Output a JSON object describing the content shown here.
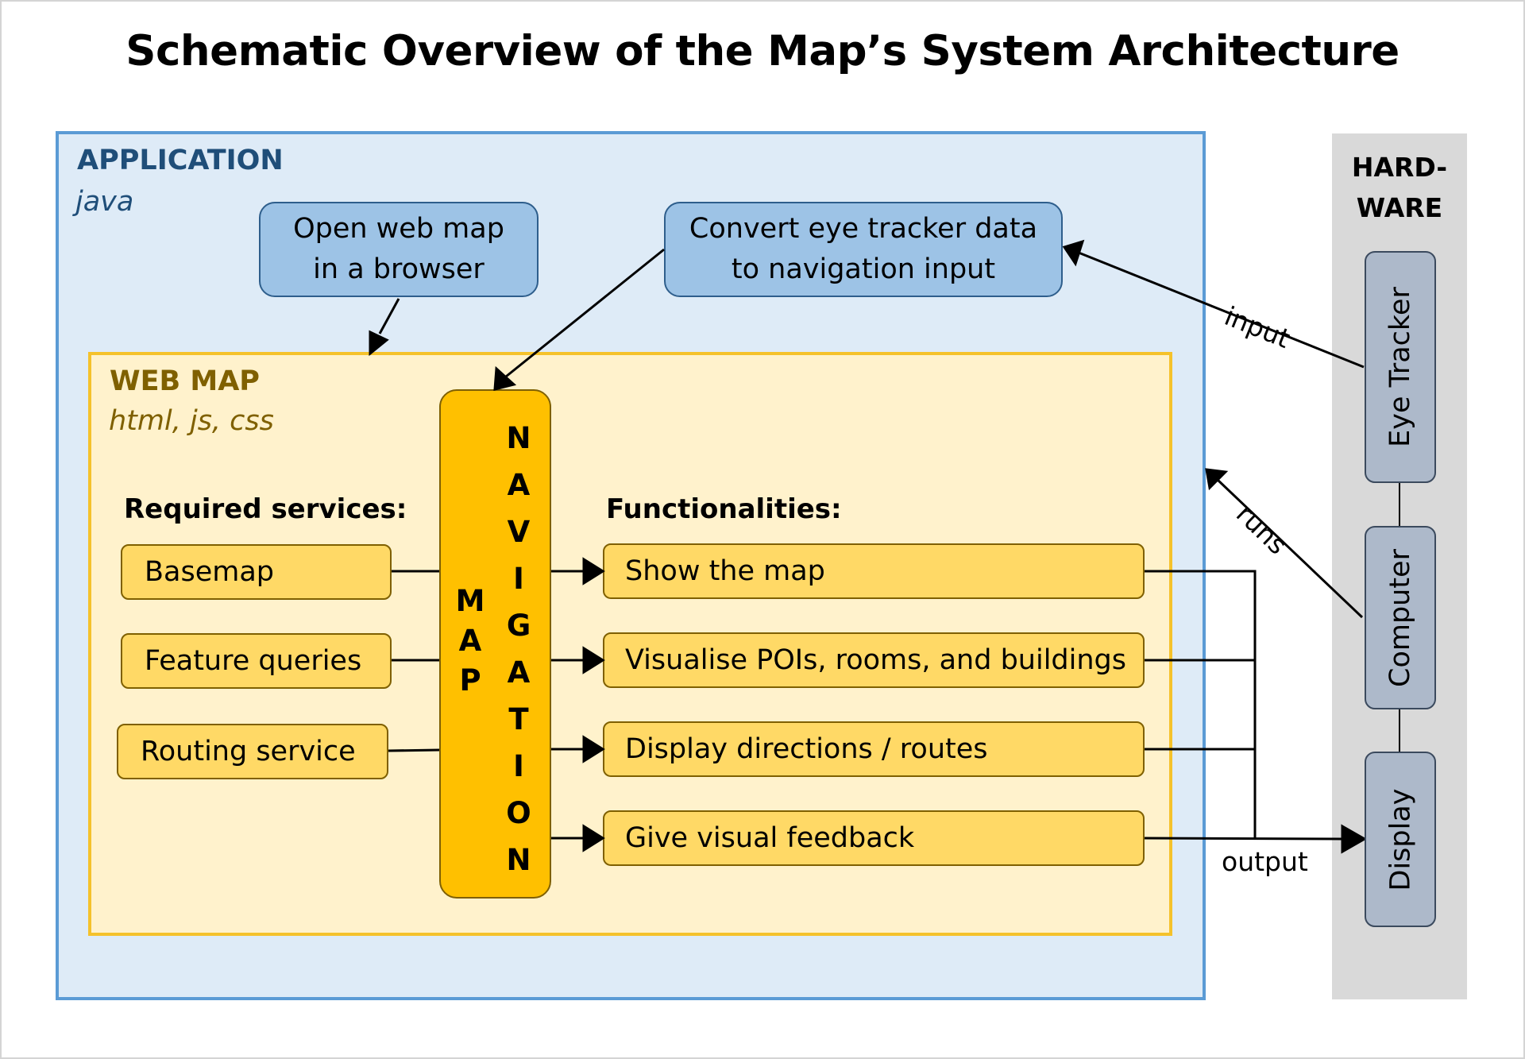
{
  "title": "Schematic Overview of the Map’s System Architecture",
  "application": {
    "title": "APPLICATION",
    "subtitle": "java",
    "open_browser_box": "Open web map\nin a browser",
    "convert_box": "Convert eye tracker data\nto navigation input"
  },
  "web_map": {
    "title": "WEB MAP",
    "subtitle": "html, js, css",
    "required_services_label": "Required services:",
    "functionalities_label": "Functionalities:",
    "services": [
      "Basemap",
      "Feature queries",
      "Routing service"
    ],
    "functionalities": [
      "Show the map",
      "Visualise POIs, rooms, and buildings",
      "Display directions / routes",
      "Give visual feedback"
    ],
    "map_navigation": {
      "map_letters": [
        "M",
        "A",
        "P"
      ],
      "navigation_letters": [
        "N",
        "A",
        "V",
        "I",
        "G",
        "A",
        "T",
        "I",
        "O",
        "N"
      ]
    }
  },
  "hardware": {
    "title_line1": "HARD-",
    "title_line2": "WARE",
    "components": [
      "Eye Tracker",
      "Computer",
      "Display"
    ]
  },
  "connections": {
    "input": "input",
    "runs": "runs",
    "output": "output"
  },
  "colors": {
    "application_fill": "#deebf7",
    "application_border": "#5b9bd5",
    "web_map_fill": "#fff2cc",
    "web_map_border": "#f5c22b",
    "navigation_fill": "#ffc000",
    "box_fill_yellow": "#ffd966",
    "box_fill_blue": "#9dc3e6",
    "hardware_fill": "#d9d9d9",
    "hardware_component_fill": "#adb9ca"
  }
}
